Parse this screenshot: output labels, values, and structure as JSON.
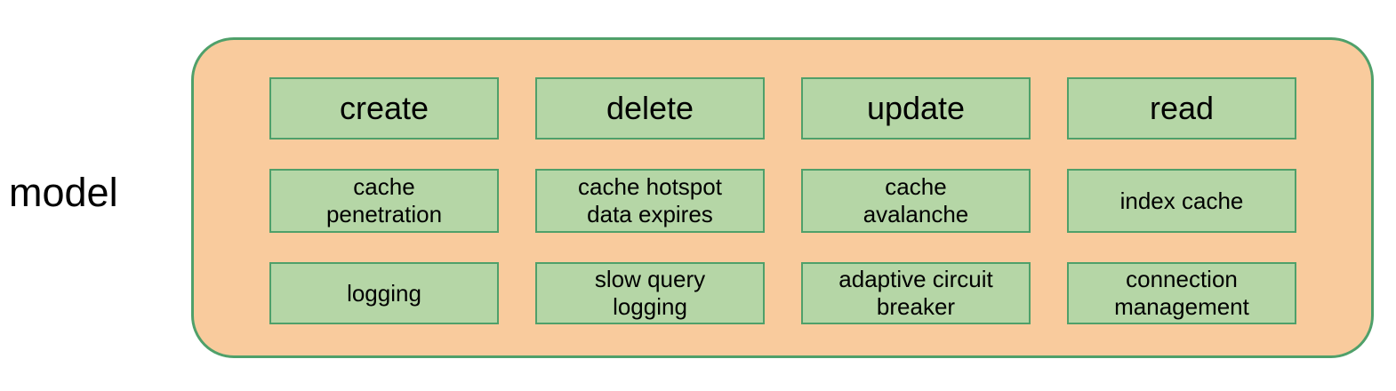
{
  "diagram_title": "model",
  "colors": {
    "container_fill": "#f9cb9d",
    "node_fill": "#b5d6a6",
    "stroke": "#4fa06a",
    "text": "#000000"
  },
  "nodes": {
    "rows": [
      [
        "create",
        "delete",
        "update",
        "read"
      ],
      [
        "cache\npenetration",
        "cache hotspot\ndata expires",
        "cache\navalanche",
        "index cache"
      ],
      [
        "logging",
        "slow query\nlogging",
        "adaptive circuit\nbreaker",
        "connection\nmanagement"
      ]
    ]
  }
}
